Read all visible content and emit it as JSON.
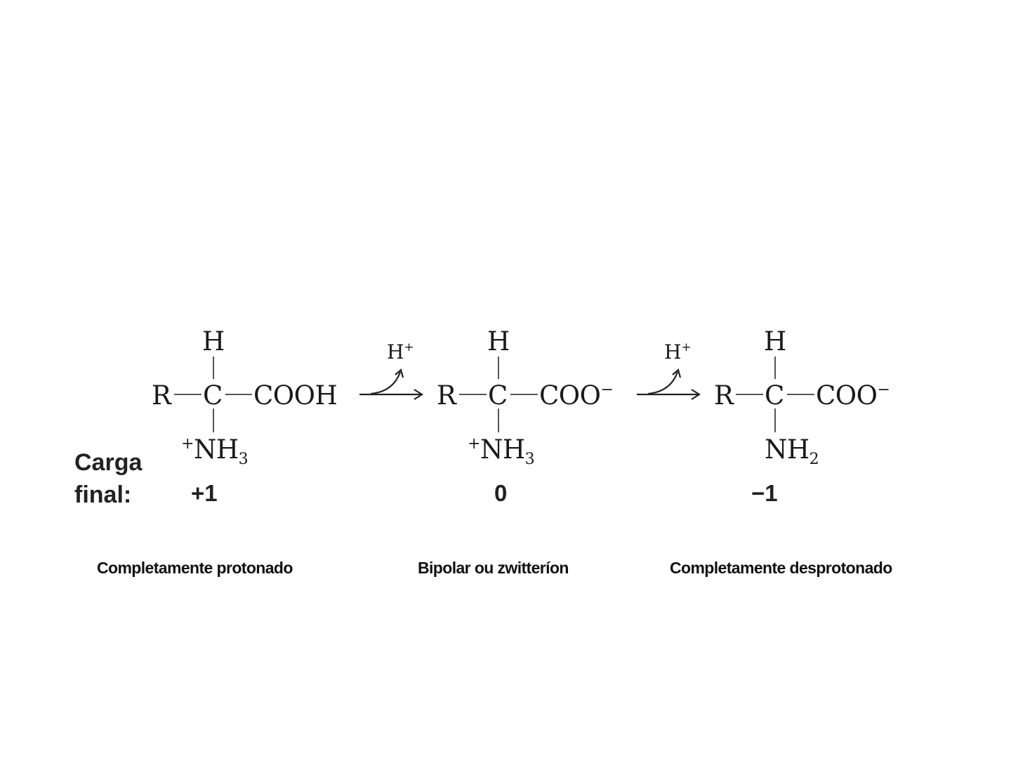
{
  "diagram": {
    "charge_label": {
      "line1": "Carga",
      "line2": "final:"
    },
    "structures": [
      {
        "top": "H",
        "left": "R",
        "center": "C",
        "right": {
          "main": "COOH",
          "sup": ""
        },
        "bottom": {
          "pre_sup": "+",
          "main": "NH",
          "sub": "3"
        },
        "charge": "+1",
        "caption": "Completamente protonado"
      },
      {
        "top": "H",
        "left": "R",
        "center": "C",
        "right": {
          "main": "COO",
          "sup": "−"
        },
        "bottom": {
          "pre_sup": "+",
          "main": "NH",
          "sub": "3"
        },
        "charge": "0",
        "caption": "Bipolar ou zwitteríon"
      },
      {
        "top": "H",
        "left": "R",
        "center": "C",
        "right": {
          "main": "COO",
          "sup": "−"
        },
        "bottom": {
          "pre_sup": "",
          "main": "NH",
          "sub": "2"
        },
        "charge": "−1",
        "caption": "Completamente desprotonado"
      }
    ],
    "arrows": [
      {
        "released": {
          "main": "H",
          "sup": "+"
        }
      },
      {
        "released": {
          "main": "H",
          "sup": "+"
        }
      }
    ],
    "colors": {
      "text": "#1a1a1a",
      "bond": "#555555",
      "background": "#ffffff"
    }
  }
}
